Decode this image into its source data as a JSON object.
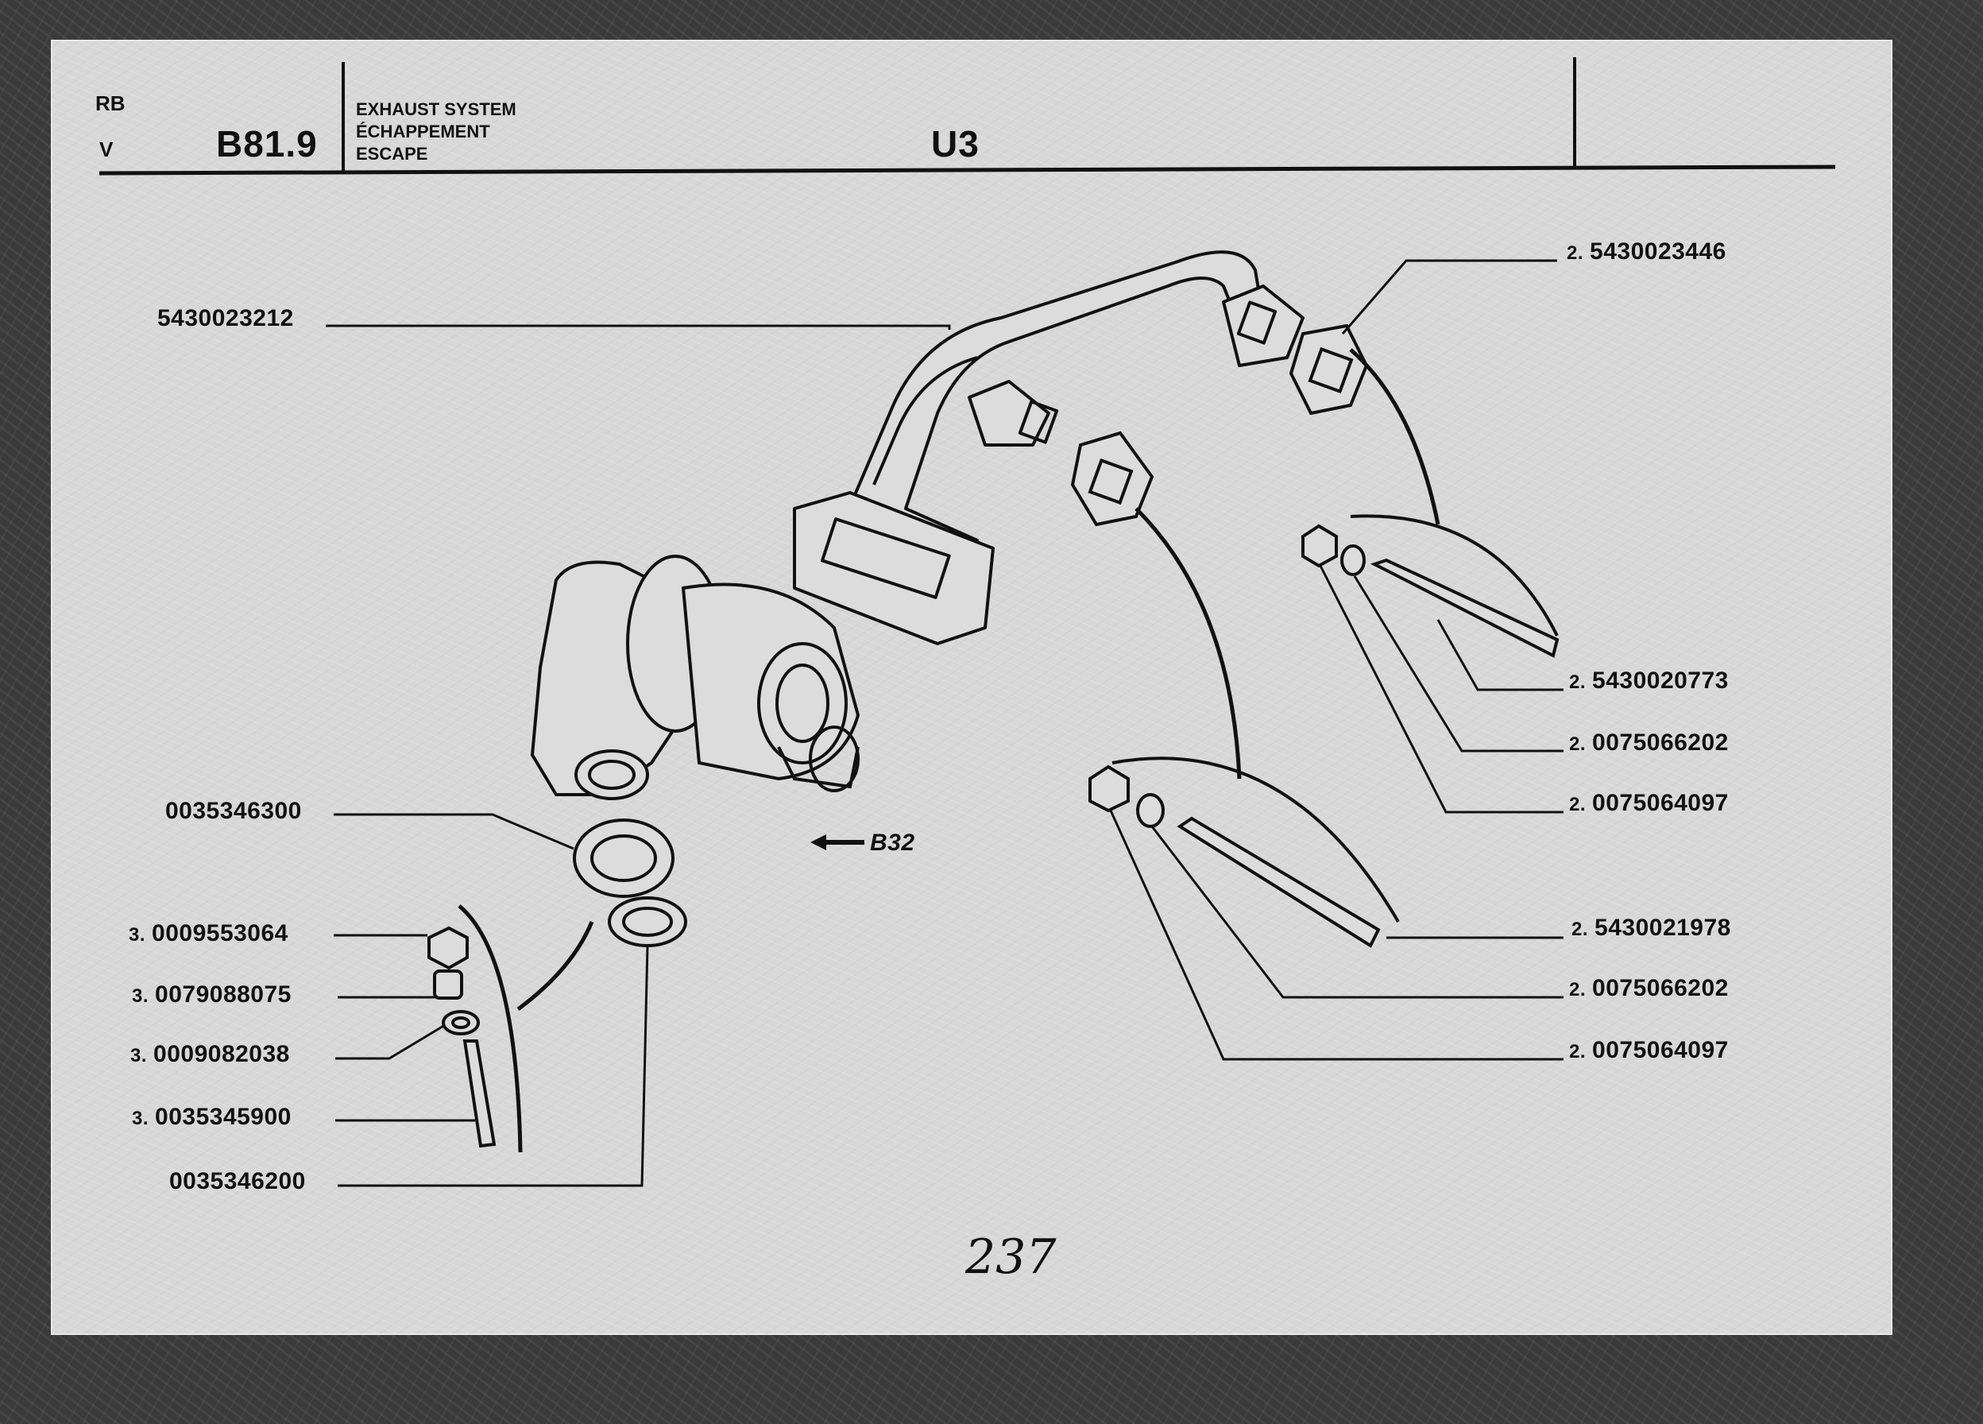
{
  "header": {
    "model_code": "RB",
    "model_variant": "V",
    "section_ref": "B81.9",
    "titles": [
      "EXHAUST SYSTEM",
      "ÉCHAPPEMENT",
      "ESCAPE"
    ],
    "group_code": "U3"
  },
  "cross_reference": "B32",
  "page_number": "237",
  "parts": [
    {
      "id": "manifold",
      "qty": "",
      "number": "5430023212"
    },
    {
      "id": "manifold-gasket",
      "qty": "2.",
      "number": "5430023446"
    },
    {
      "id": "stud-upper",
      "qty": "2.",
      "number": "5430020773"
    },
    {
      "id": "washer-upper",
      "qty": "2.",
      "number": "0075066202"
    },
    {
      "id": "nut-upper",
      "qty": "2.",
      "number": "0075064097"
    },
    {
      "id": "stud-lower",
      "qty": "2.",
      "number": "5430021978"
    },
    {
      "id": "washer-lower",
      "qty": "2.",
      "number": "0075066202"
    },
    {
      "id": "nut-lower",
      "qty": "2.",
      "number": "0075064097"
    },
    {
      "id": "turbo-flange",
      "qty": "",
      "number": "0035346300"
    },
    {
      "id": "turbo-nut",
      "qty": "3.",
      "number": "0009553064"
    },
    {
      "id": "turbo-spacer",
      "qty": "3.",
      "number": "0079088075"
    },
    {
      "id": "turbo-washer",
      "qty": "3.",
      "number": "0009082038"
    },
    {
      "id": "turbo-stud",
      "qty": "3.",
      "number": "0035345900"
    },
    {
      "id": "turbo-gasket",
      "qty": "",
      "number": "0035346200"
    }
  ]
}
